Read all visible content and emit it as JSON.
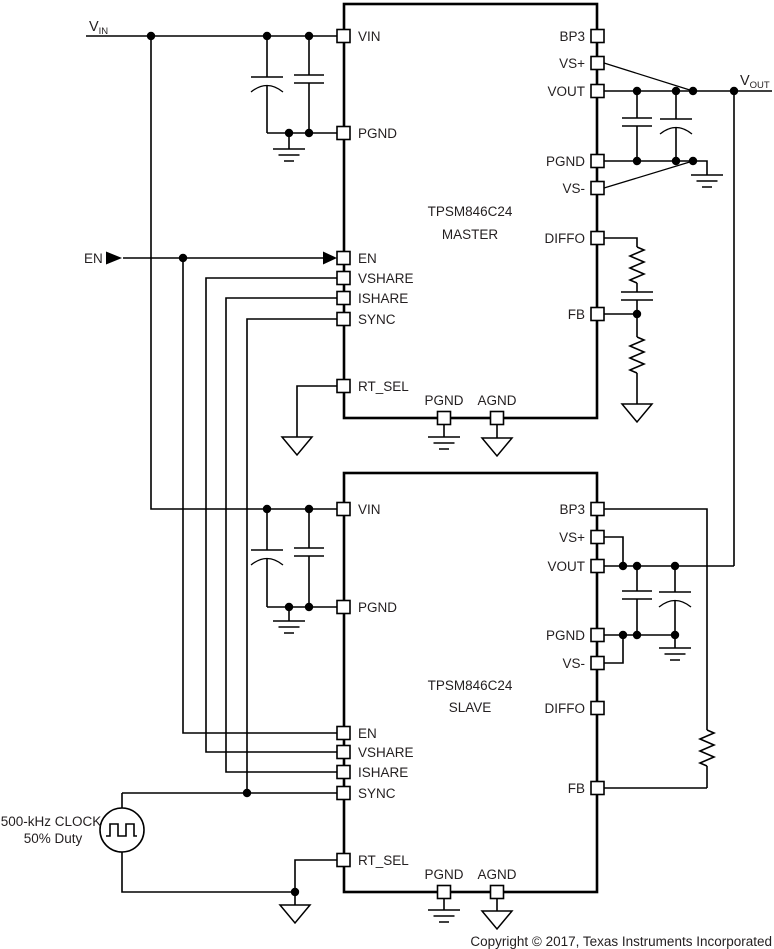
{
  "nets": {
    "vin": {
      "base": "V",
      "sub": "IN"
    },
    "vout": {
      "base": "V",
      "sub": "OUT"
    },
    "enable": "EN"
  },
  "clock": {
    "line1": "500-kHz CLOCK",
    "line2": "50% Duty"
  },
  "modules": [
    {
      "part_number": "TPSM846C24",
      "role": "MASTER",
      "left_pins": [
        "VIN",
        "PGND",
        "EN",
        "VSHARE",
        "ISHARE",
        "SYNC",
        "RT_SEL"
      ],
      "right_pins": [
        "BP3",
        "VS+",
        "VOUT",
        "PGND",
        "VS-",
        "DIFFO",
        "FB"
      ],
      "bottom_pins": [
        "PGND",
        "AGND"
      ]
    },
    {
      "part_number": "TPSM846C24",
      "role": "SLAVE",
      "left_pins": [
        "VIN",
        "PGND",
        "EN",
        "VSHARE",
        "ISHARE",
        "SYNC",
        "RT_SEL"
      ],
      "right_pins": [
        "BP3",
        "VS+",
        "VOUT",
        "PGND",
        "VS-",
        "DIFFO",
        "FB"
      ],
      "bottom_pins": [
        "PGND",
        "AGND"
      ]
    }
  ],
  "footer": {
    "copyright": "Copyright © 2017, Texas Instruments Incorporated"
  },
  "colors": {
    "line": "#000000",
    "background": "#ffffff",
    "text": "#231f20"
  }
}
